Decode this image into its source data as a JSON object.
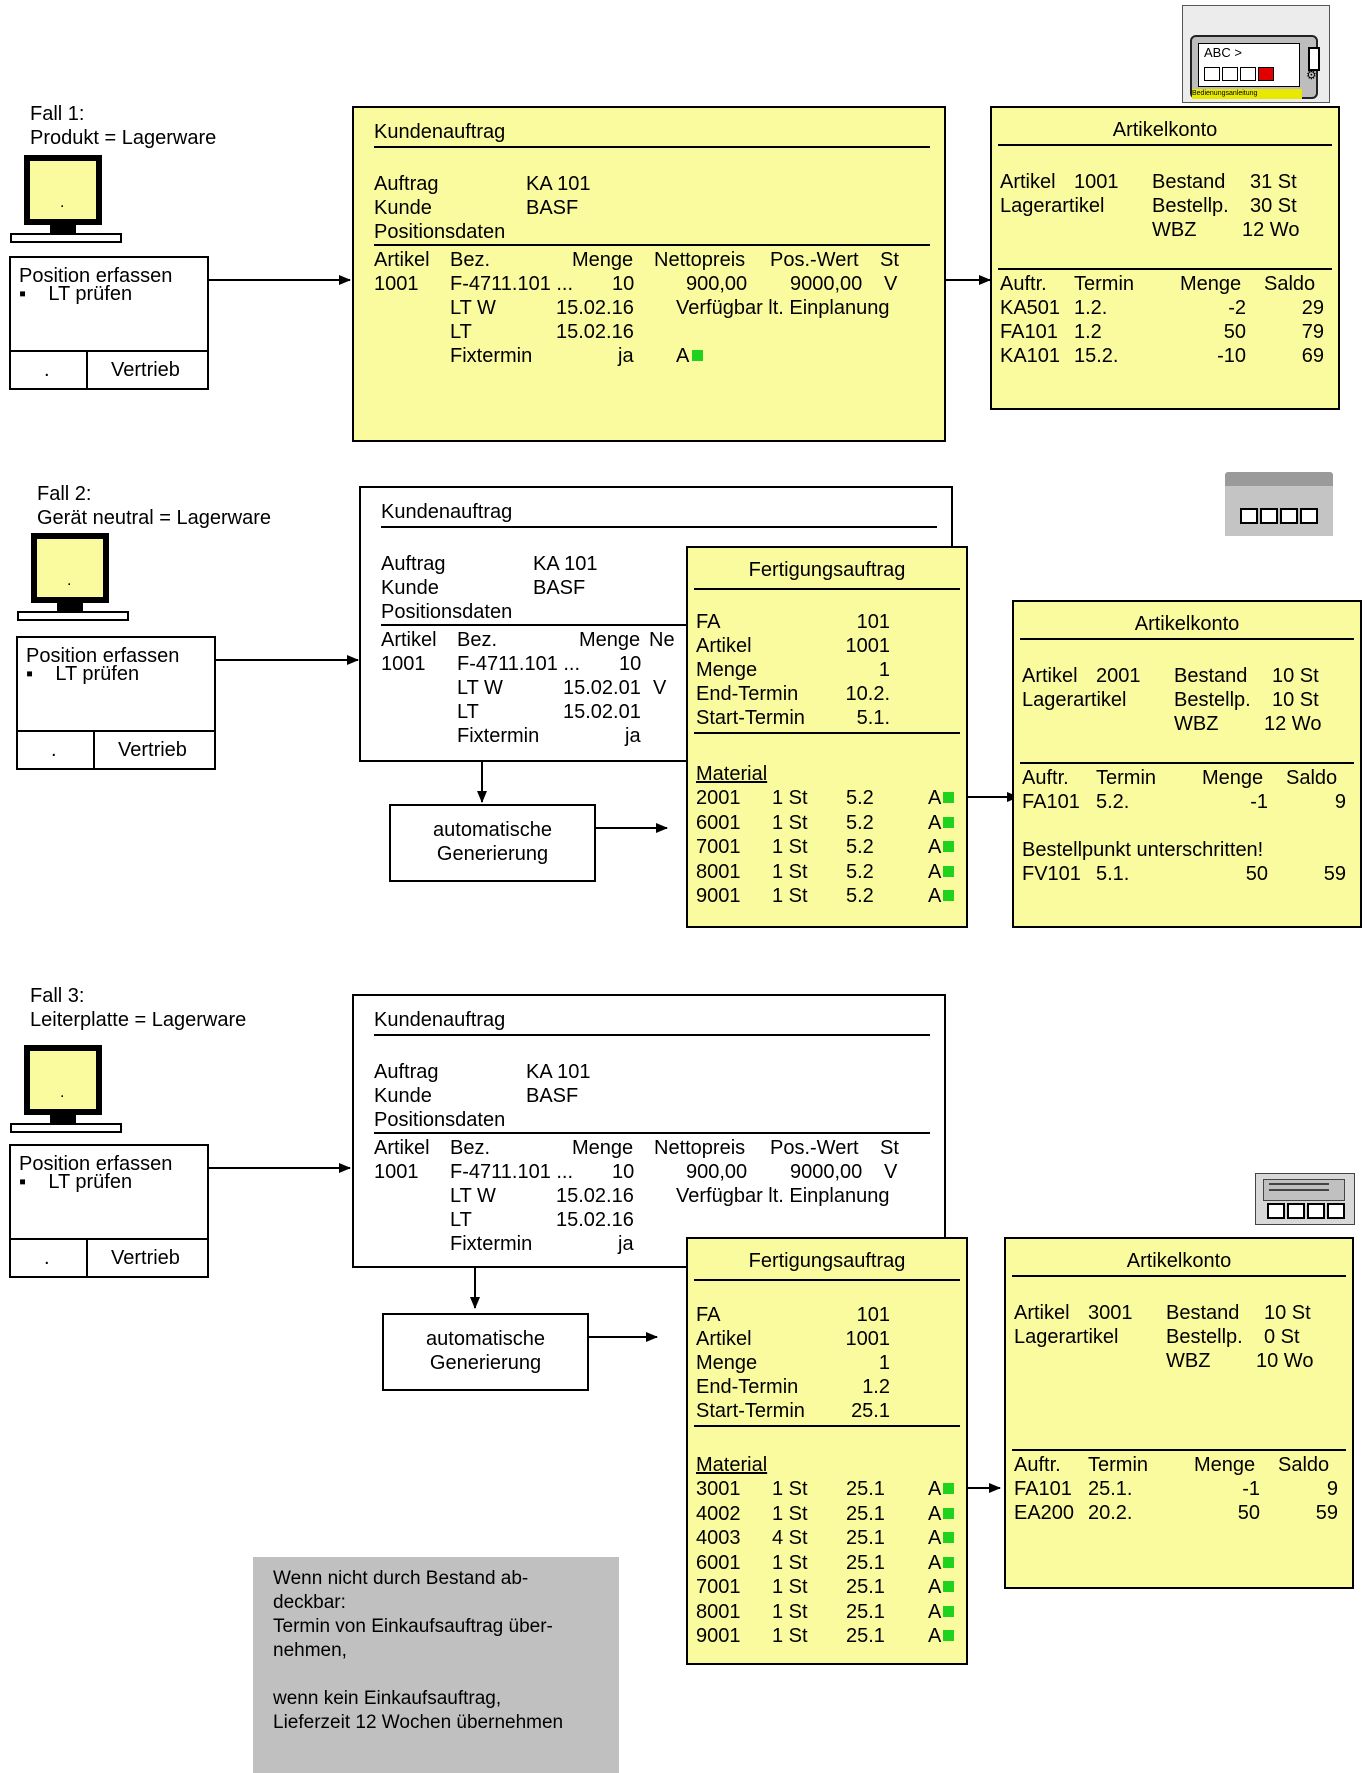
{
  "case1": {
    "heading": "Fall 1:",
    "subheading": "Produkt = Lagerware",
    "panel": {
      "line1": "Position erfassen",
      "line2": "LT prüfen",
      "btn_left": ".",
      "btn_right": "Vertrieb"
    },
    "monitor_dot": "."
  },
  "case2": {
    "heading": "Fall 2:",
    "subheading": "Gerät neutral  = Lagerware",
    "panel": {
      "line1": "Position erfassen",
      "line2": "LT prüfen",
      "btn_left": ".",
      "btn_right": "Vertrieb"
    },
    "monitor_dot": "."
  },
  "case3": {
    "heading": "Fall 3:",
    "subheading": "Leiterplatte  = Lagerware",
    "panel": {
      "line1": "Position erfassen",
      "line2": "LT prüfen",
      "btn_left": ".",
      "btn_right": "Vertrieb"
    },
    "monitor_dot": "."
  },
  "kundenauftrag": {
    "title": "Kundenauftrag",
    "auftrag_label": "Auftrag",
    "auftrag_value": "KA 101",
    "kunde_label": "Kunde",
    "kunde_value": "BASF",
    "positionsdaten": "Positionsdaten",
    "col_artikel": "Artikel",
    "col_bez": "Bez.",
    "col_menge": "Menge",
    "col_nettopreis": "Nettopreis",
    "col_poswert": "Pos.-Wert",
    "col_st": "St",
    "artikel": "1001",
    "bez": "F-4711.101 ...",
    "menge": "10",
    "nettopreis": "900,00",
    "poswert": "9000,00",
    "st": "V",
    "ltw_label": "LT W",
    "lt_label": "LT",
    "fixtermin_label": "Fixtermin",
    "fixtermin_value": "ja",
    "verfuegbar": "Verfügbar lt. Einplanung",
    "status_a": "A",
    "date_case1": "15.02.16",
    "date_case2": "15.02.01",
    "date_case3": "15.02.16",
    "cut_col": "Ne",
    "cut_v": "V"
  },
  "artikelkonto1": {
    "title": "Artikelkonto",
    "artikel_label": "Artikel",
    "artikel_value": "1001",
    "typ": "Lagerartikel",
    "bestand_label": "Bestand",
    "bestand_value": "31 St",
    "bestellp_label": "Bestellp.",
    "bestellp_value": "30 St",
    "wbz_label": "WBZ",
    "wbz_value": "12 Wo",
    "col_auftr": "Auftr.",
    "col_termin": "Termin",
    "col_menge": "Menge",
    "col_saldo": "Saldo",
    "rows": [
      {
        "auftr": "KA501",
        "termin": "1.2.",
        "menge": "-2",
        "saldo": "29"
      },
      {
        "auftr": "FA101",
        "termin": "1.2",
        "menge": "50",
        "saldo": "79"
      },
      {
        "auftr": "KA101",
        "termin": "15.2.",
        "menge": "-10",
        "saldo": "69"
      }
    ]
  },
  "fertigung2": {
    "title": "Fertigungsauftrag",
    "fa_label": "FA",
    "fa_value": "101",
    "artikel_label": "Artikel",
    "artikel_value": "1001",
    "menge_label": "Menge",
    "menge_value": "1",
    "end_label": "End-Termin",
    "end_value": "10.2.",
    "start_label": "Start-Termin",
    "start_value": "5.1.",
    "material_label": "Material",
    "rows": [
      {
        "nr": "2001",
        "qty": "1 St",
        "date": "5.2",
        "status": "A"
      },
      {
        "nr": "6001",
        "qty": "1 St",
        "date": "5.2",
        "status": "A"
      },
      {
        "nr": "7001",
        "qty": "1 St",
        "date": "5.2",
        "status": "A"
      },
      {
        "nr": "8001",
        "qty": "1 St",
        "date": "5.2",
        "status": "A"
      },
      {
        "nr": "9001",
        "qty": "1 St",
        "date": "5.2",
        "status": "A"
      }
    ]
  },
  "artikelkonto2": {
    "title": "Artikelkonto",
    "artikel_label": "Artikel",
    "artikel_value": "2001",
    "typ": "Lagerartikel",
    "bestand_label": "Bestand",
    "bestand_value": "10 St",
    "bestellp_label": "Bestellp.",
    "bestellp_value": "10 St",
    "wbz_label": "WBZ",
    "wbz_value": "12 Wo",
    "col_auftr": "Auftr.",
    "col_termin": "Termin",
    "col_menge": "Menge",
    "col_saldo": "Saldo",
    "row1": {
      "auftr": "FA101",
      "termin": "5.2.",
      "menge": "-1",
      "saldo": "9"
    },
    "warning": "Bestellpunkt unterschritten!",
    "row2": {
      "auftr": "FV101",
      "termin": "5.1.",
      "menge": "50",
      "saldo": "59"
    }
  },
  "fertigung3": {
    "title": "Fertigungsauftrag",
    "fa_label": "FA",
    "fa_value": "101",
    "artikel_label": "Artikel",
    "artikel_value": "1001",
    "menge_label": "Menge",
    "menge_value": "1",
    "end_label": "End-Termin",
    "end_value": "1.2",
    "start_label": "Start-Termin",
    "start_value": "25.1",
    "material_label": "Material",
    "rows": [
      {
        "nr": "3001",
        "qty": "1 St",
        "date": "25.1",
        "status": "A"
      },
      {
        "nr": "4002",
        "qty": "1 St",
        "date": "25.1",
        "status": "A"
      },
      {
        "nr": "4003",
        "qty": "4 St",
        "date": "25.1",
        "status": "A"
      },
      {
        "nr": "6001",
        "qty": "1 St",
        "date": "25.1",
        "status": "A"
      },
      {
        "nr": "7001",
        "qty": "1 St",
        "date": "25.1",
        "status": "A"
      },
      {
        "nr": "8001",
        "qty": "1 St",
        "date": "25.1",
        "status": "A"
      },
      {
        "nr": "9001",
        "qty": "1 St",
        "date": "25.1",
        "status": "A"
      }
    ]
  },
  "artikelkonto3": {
    "title": "Artikelkonto",
    "artikel_label": "Artikel",
    "artikel_value": "3001",
    "typ": "Lagerartikel",
    "bestand_label": "Bestand",
    "bestand_value": "10 St",
    "bestellp_label": "Bestellp.",
    "bestellp_value": "0 St",
    "wbz_label": "WBZ",
    "wbz_value": "10 Wo",
    "col_auftr": "Auftr.",
    "col_termin": "Termin",
    "col_menge": "Menge",
    "col_saldo": "Saldo",
    "rows": [
      {
        "auftr": "FA101",
        "termin": "25.1.",
        "menge": "-1",
        "saldo": "9"
      },
      {
        "auftr": "EA200",
        "termin": "20.2.",
        "menge": "50",
        "saldo": "59"
      }
    ]
  },
  "generierung": {
    "line1": "automatische",
    "line2": "Generierung"
  },
  "device1": {
    "label": "ABC >",
    "manual": "Bedienungsanleitung"
  },
  "note": {
    "lines": [
      "Wenn nicht durch Bestand ab-",
      "deckbar:",
      "Termin von Einkaufsauftrag über-",
      "nehmen,",
      "",
      "wenn kein Einkaufsauftrag,",
      "Lieferzeit 12 Wochen übernehmen"
    ]
  },
  "colors": {
    "panel_yellow": "#fafa9e",
    "status_green": "#1ed21e",
    "note_gray": "#c0c0c0",
    "device_red": "#e00000"
  }
}
